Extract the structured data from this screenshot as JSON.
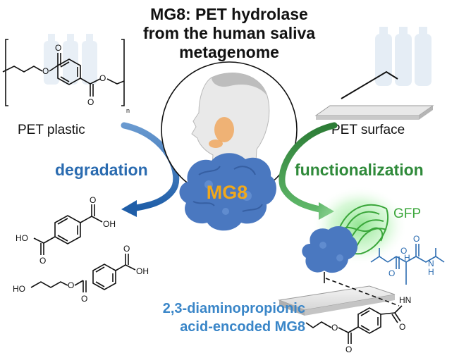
{
  "title": {
    "line1": "MG8: PET hydrolase",
    "line2": "from the human saliva",
    "line3": "metagenome"
  },
  "left": {
    "plastic_label": "PET plastic",
    "repeat_subscript": "n",
    "process_label": "degradation",
    "products": {
      "tpa": {
        "oh_right": "OH",
        "ho_left": "HO"
      },
      "mhet": {
        "ho_left": "HO",
        "oh_right": "OH"
      }
    }
  },
  "center": {
    "enzyme_label": "MG8"
  },
  "right": {
    "surface_label": "PET surface",
    "process_label": "functionalization",
    "gfp_label": "GFP",
    "linker": {
      "amide_h": "H",
      "amide_n": "N",
      "amine_hn": "HN"
    }
  },
  "caption": {
    "line1": "2,3-diaminopropionic",
    "line2": "acid-encoded MG8"
  },
  "colors": {
    "degradation_blue": "#2a6bb0",
    "functionalization_green": "#2f8a3a",
    "enzyme_label_gold": "#f0a81c",
    "caption_blue": "#3a86c8",
    "gfp_green": "#3aa63a",
    "protein_blue": "#4a78c0"
  }
}
